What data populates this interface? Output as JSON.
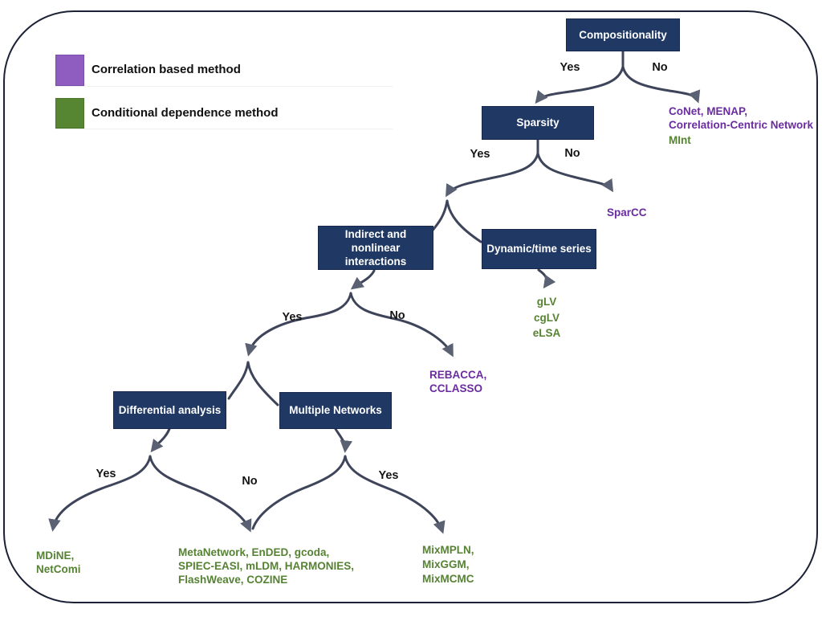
{
  "legend": {
    "correlation": {
      "label": "Correlation based method",
      "color": "#8f5cc0"
    },
    "conditional": {
      "label": "Conditional dependence method",
      "color": "#578632"
    }
  },
  "nodes": {
    "compositionality": "Compositionality",
    "sparsity": "Sparsity",
    "indirect_line1": "Indirect and",
    "indirect_line2": "nonlinear",
    "indirect_line3": "interactions",
    "dynamic": "Dynamic/time series",
    "differential": "Differential analysis",
    "multiple": "Multiple Networks"
  },
  "branch": {
    "yes": "Yes",
    "no": "No"
  },
  "leaves": {
    "conet_line1": "CoNet, MENAP,",
    "conet_line2": "Correlation-Centric Network",
    "mint": "MInt",
    "sparcc": "SparCC",
    "glv_line1": "gLV",
    "glv_line2": "cgLV",
    "glv_line3": "eLSA",
    "rebacca_line1": "REBACCA,",
    "rebacca_line2": "CCLASSO",
    "mdine_line1": "MDiNE,",
    "mdine_line2": "NetComi",
    "meta_line1": "MetaNetwork, EnDED, gcoda,",
    "meta_line2": "SPIEC-EASI, mLDM, HARMONIES,",
    "meta_line3": "FlashWeave, COZINE",
    "mix_line1": "MixMPLN,",
    "mix_line2": "MixGGM,",
    "mix_line3": "MixMCMC"
  },
  "colors": {
    "decision_box": "#1f3864",
    "purple_method_text": "#6a2c9e",
    "green_method_text": "#568233",
    "arrow_line": "#3e4459",
    "arrow_head": "#5a6172",
    "outer_border": "#1c2235"
  }
}
